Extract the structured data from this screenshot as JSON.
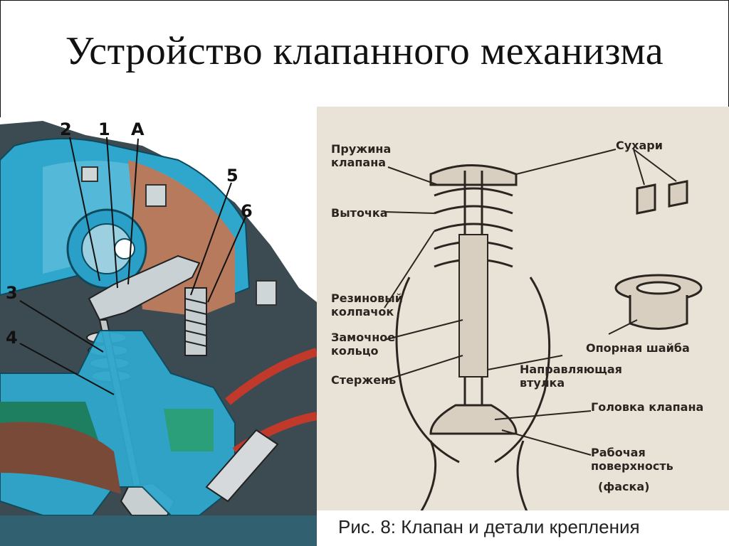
{
  "slide": {
    "title": "Устройство клапанного механизма"
  },
  "left_figure": {
    "callouts": [
      "2",
      "1",
      "A",
      "5",
      "6",
      "3",
      "4"
    ]
  },
  "right_figure": {
    "labels": {
      "spring": [
        "Пружина",
        "клапана"
      ],
      "groove": "Выточка",
      "cap": [
        "Резиновый",
        "колпачок"
      ],
      "lock_ring": [
        "Замочное",
        "кольцо"
      ],
      "stem": "Стержень",
      "keepers": "Сухари",
      "washer": "Опорная шайба",
      "guide": [
        "Направляющая",
        "втулка"
      ],
      "head": "Головка клапана",
      "face": [
        "Рабочая",
        "поверхность",
        "(фаска)"
      ]
    },
    "caption": "Рис. 8: Клапан и детали крепления"
  },
  "colors": {
    "engine_blue": "#29a3c8",
    "copper": "#b87a5c",
    "paper": "#e9e2d6",
    "ink": "#2a2520"
  }
}
